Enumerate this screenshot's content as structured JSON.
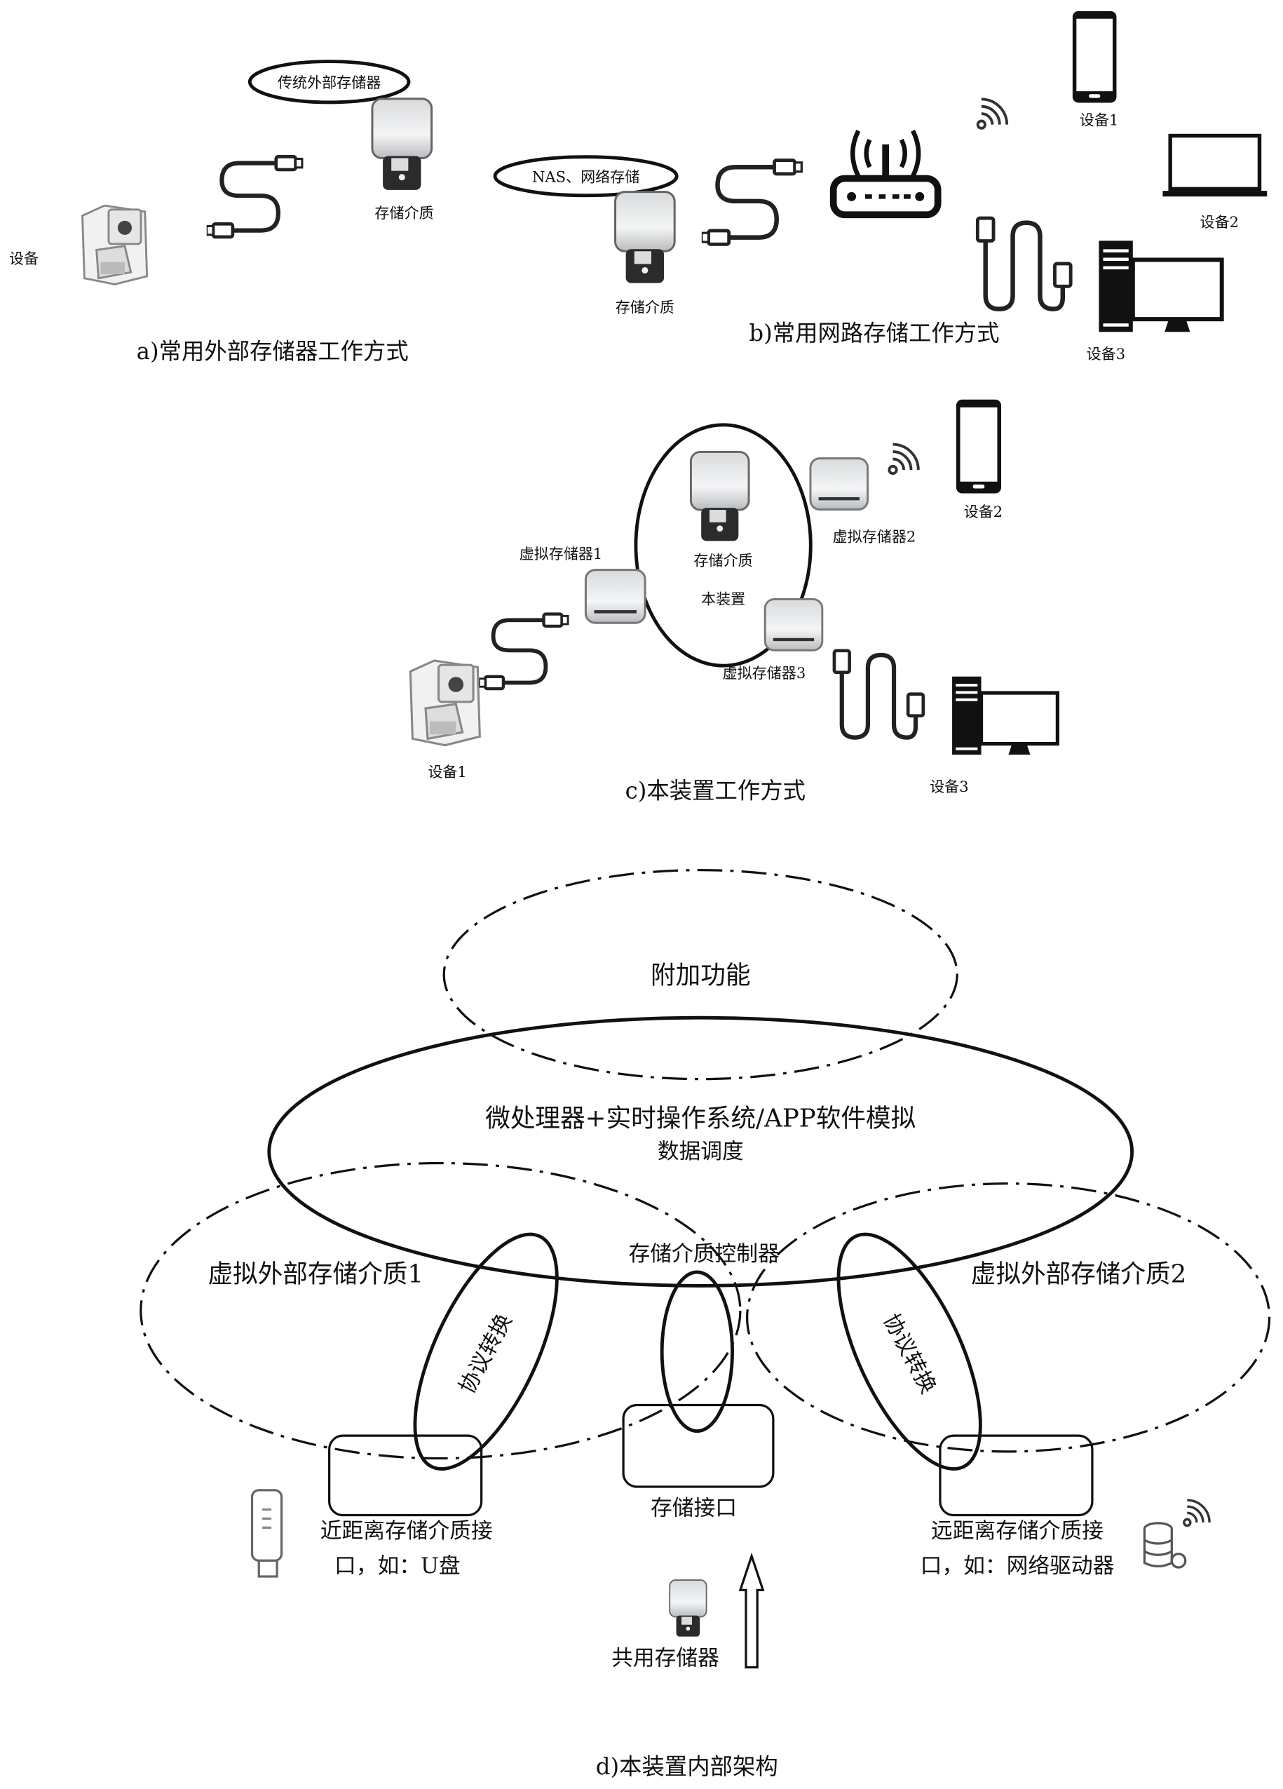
{
  "figure_a": {
    "caption": "a)常用外部存储器工作方式",
    "device_label": "设备",
    "storage_label": "存储介质",
    "bubble_label": "传统外部存储器"
  },
  "figure_b": {
    "caption": "b)常用网路存储工作方式",
    "bubble_label": "NAS、网络存储",
    "storage_label": "存储介质",
    "device1_label": "设备1",
    "device2_label": "设备2",
    "device3_label": "设备3"
  },
  "figure_c": {
    "caption": "c)本装置工作方式",
    "storage_label": "存储介质",
    "device_label": "本装置",
    "virtual1_label": "虚拟存储器1",
    "virtual2_label": "虚拟存储器2",
    "virtual3_label": "虚拟存储器3",
    "device1_label": "设备1",
    "device2_label": "设备2",
    "device3_label": "设备3"
  },
  "figure_d": {
    "caption": "d)本装置内部架构",
    "additional_functions": "附加功能",
    "processor_line1": "微处理器+实时操作系统/APP软件模拟",
    "processor_line2": "数据调度",
    "virtual_media_1": "虚拟外部存储介质1",
    "virtual_media_2": "虚拟外部存储介质2",
    "controller": "存储介质控制器",
    "protocol_left": "协议转换",
    "protocol_right": "协议转换",
    "storage_interface": "存储接口",
    "near_interface_line1": "近距离存储介质接",
    "near_interface_line2": "口，如：U盘",
    "far_interface_line1": "远距离存储介质接",
    "far_interface_line2": "口，如：网络驱动器",
    "shared_storage": "共用存储器"
  }
}
